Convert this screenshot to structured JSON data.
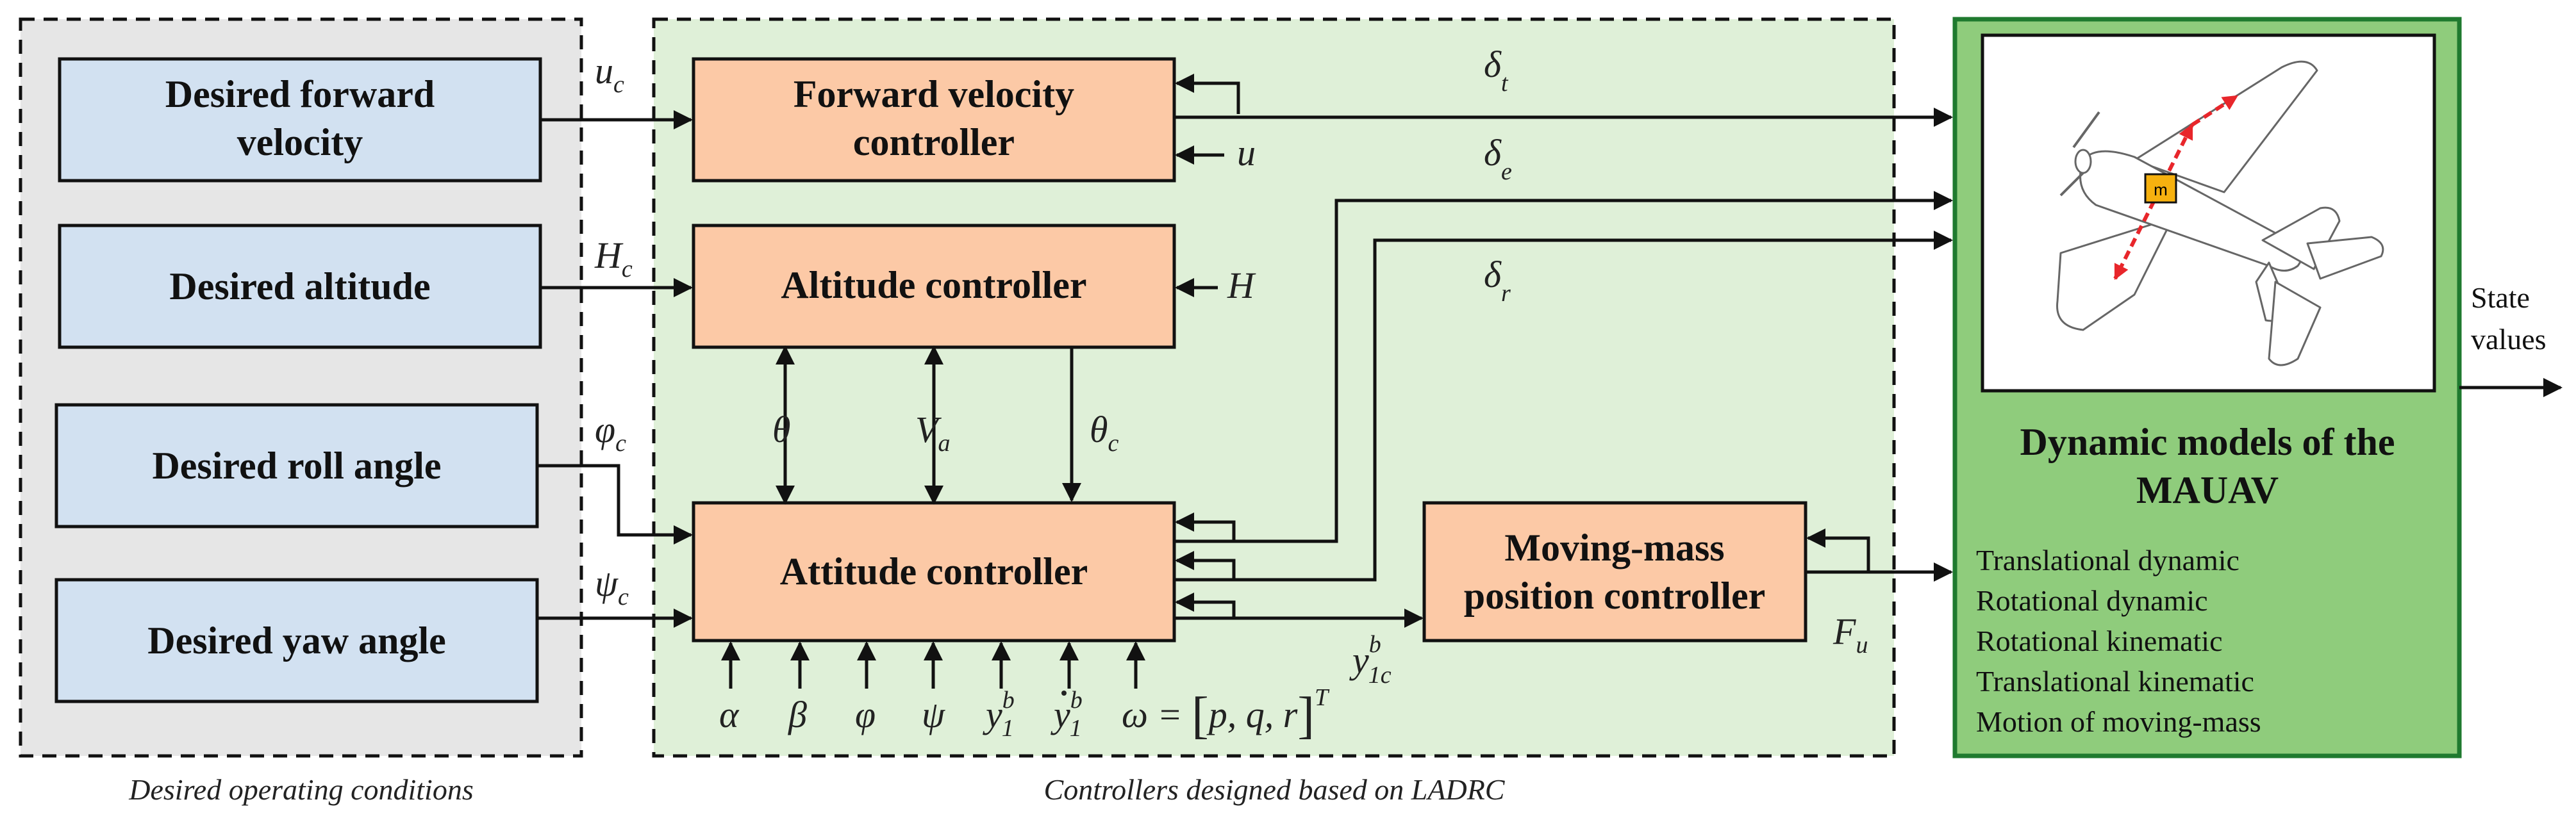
{
  "colors": {
    "desired_panel_bg": "#e6e6e6",
    "controller_panel_bg": "#dff0d8",
    "dynamic_panel_bg": "#8fcc7c",
    "dynamic_panel_border": "#1f7a2f",
    "desired_box": "#d2e1f1",
    "controller_box": "#fcc9a6",
    "arrow_red": "#e8262b",
    "mass_box": "#f6b10f"
  },
  "desired": {
    "caption": "Desired operating conditions",
    "forward": [
      "Desired forward",
      "velocity"
    ],
    "altitude": "Desired altitude",
    "roll": "Desired roll angle",
    "yaw": "Desired yaw angle"
  },
  "controllers": {
    "caption": "Controllers designed based on LADRC",
    "forward": [
      "Forward velocity",
      "controller"
    ],
    "altitude": "Altitude controller",
    "attitude": "Attitude controller",
    "moving_mass": [
      "Moving-mass",
      "position controller"
    ]
  },
  "dynamic": {
    "title": [
      "Dynamic models of the",
      "MAUAV"
    ],
    "items": [
      "Translational dynamic",
      "Rotational dynamic",
      "Rotational kinematic",
      "Translational kinematic",
      "Motion of moving-mass"
    ],
    "mass_label": "m",
    "output": [
      "State",
      "values"
    ]
  },
  "signals": {
    "u": "u",
    "c": "c",
    "H": "H",
    "theta": "θ",
    "V": "V",
    "a": "a",
    "phi": "φ",
    "psi": "ψ",
    "delta": "δ",
    "t": "t",
    "e": "e",
    "r": "r",
    "alpha": "α",
    "beta": "β",
    "y": "y",
    "b": "b",
    "one": "1",
    "onec": "1c",
    "F": "F",
    "omega_eq": "ω = ",
    "pqr": "p, q, r",
    "T": "T"
  }
}
